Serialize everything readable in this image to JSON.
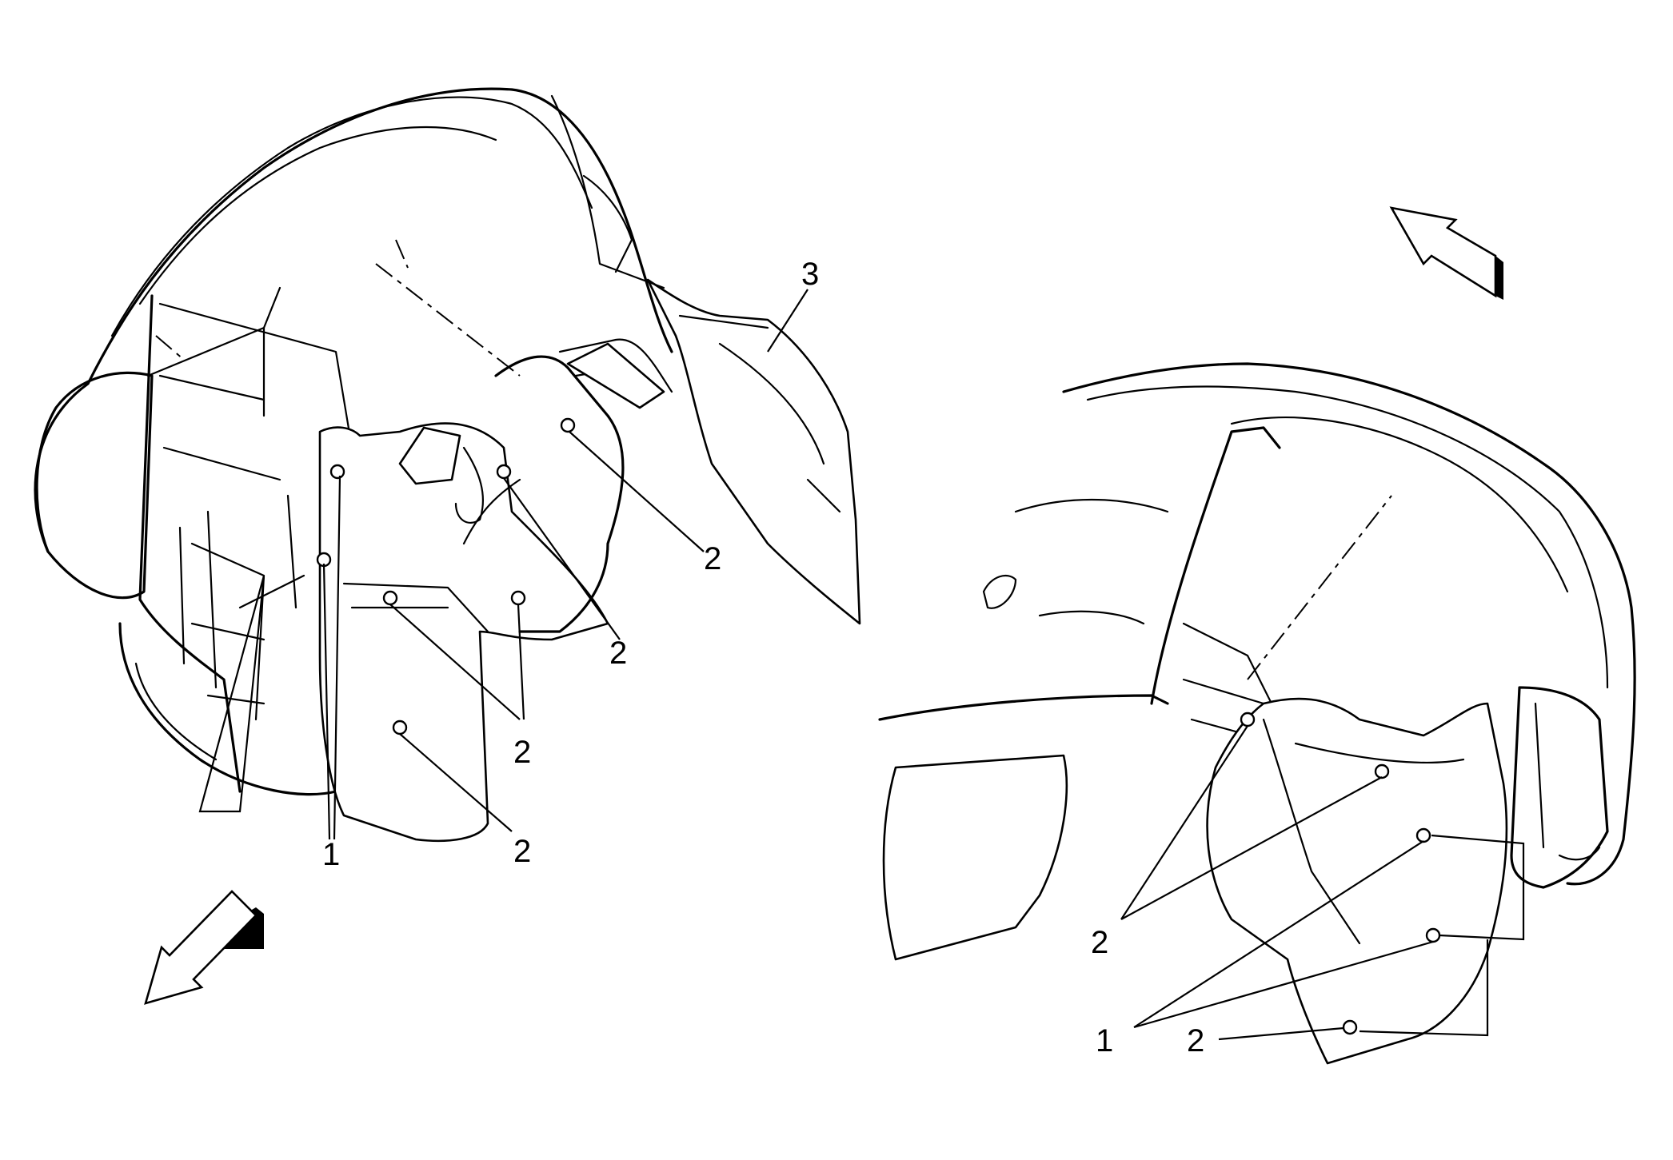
{
  "diagram": {
    "callouts": {
      "left_1": "1",
      "left_2_upper_mid": "2",
      "left_2_upper_right": "2",
      "left_2_middle": "2",
      "left_2_lower": "2",
      "left_3": "3",
      "right_2_upper": "2",
      "right_1_lower": "1",
      "right_2_lower": "2"
    },
    "direction_arrows": [
      {
        "id": "front-arrow-left",
        "icon": "direction-arrow-icon",
        "points": "down-left"
      },
      {
        "id": "front-arrow-right",
        "icon": "direction-arrow-icon",
        "points": "up-left"
      }
    ],
    "colors": {
      "line": "#000000",
      "background": "#ffffff"
    }
  }
}
